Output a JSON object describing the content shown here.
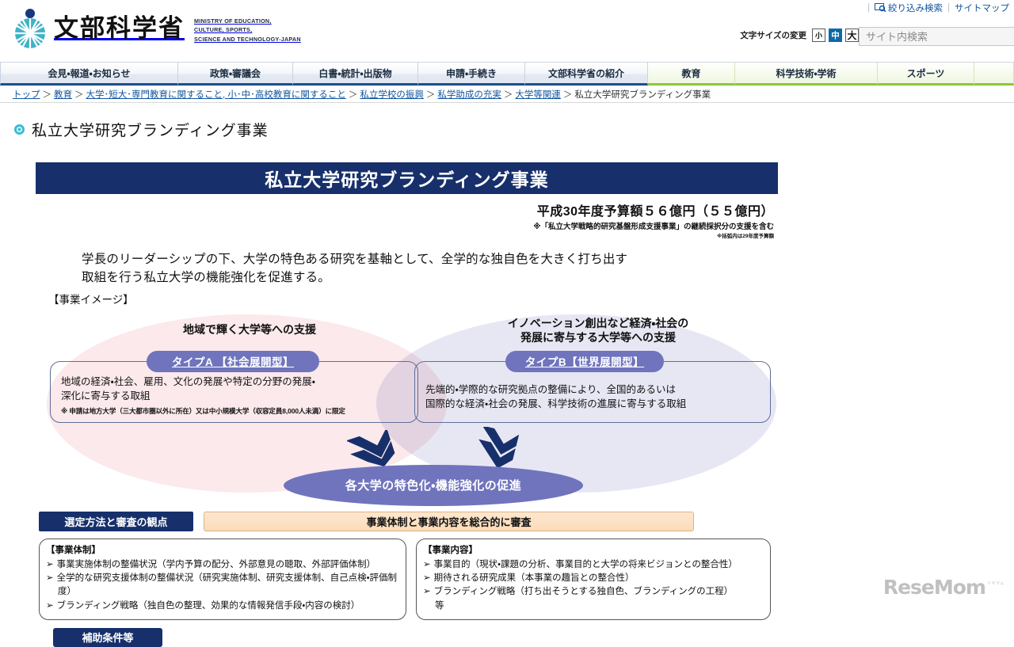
{
  "header": {
    "logo_text": "文部科学省",
    "logo_icon": "mext-wheel-logo",
    "logo_en_lines": [
      "MINISTRY OF EDUCATION,",
      "CULTURE, SPORTS,",
      "SCIENCE AND TECHNOLOGY-JAPAN"
    ],
    "utilities": [
      {
        "icon": "refine-search-icon",
        "label": "絞り込み検索"
      },
      {
        "icon": "",
        "label": "サイトマップ"
      }
    ],
    "fontsize": {
      "label": "文字サイズの変更",
      "options": [
        {
          "label": "小",
          "active": false
        },
        {
          "label": "中",
          "active": true
        },
        {
          "label": "大",
          "active": false
        }
      ]
    },
    "search": {
      "placeholder": "サイト内検索",
      "value": ""
    }
  },
  "gnav": {
    "blue_items": [
      "会見・報道・お知らせ",
      "政策・審議会",
      "白書・統計・出版物",
      "申請・手続き",
      "文部科学省の紹介"
    ],
    "green_items": [
      "教育",
      "科学技術・学術",
      "スポーツ"
    ],
    "accent_blue": "#1c4f8b",
    "accent_green": "#8cc63e"
  },
  "breadcrumb": {
    "items": [
      "トップ",
      "教育",
      "大学･短大･専門教育に関すること, 小･中･高校教育に関すること",
      "私立学校の振興",
      "私学助成の充実",
      "大学等関連"
    ],
    "current": "私立大学研究ブランディング事業",
    "separator": "＞"
  },
  "page": {
    "title": "私立大学研究ブランディング事業"
  },
  "poster": {
    "band_title": "私立大学研究ブランディング事業",
    "budget": "平成30年度予算額５６億円（５５億円）",
    "budget_note": "※「私立大学戦略的研究基盤形成支援事業」の継続採択分の支援を含む",
    "budget_note2": "※括弧内は29年度予算額",
    "lead_line1": "学長のリーダーシップの下、大学の特色ある研究を基軸として、全学的な独自色を大きく打ち出す",
    "lead_line2": "取組を行う私立大学の機能強化を促進する。",
    "section_label": "【事業イメージ】",
    "venn": {
      "head_a": "地域で輝く大学等への支援",
      "head_b_line1": "イノベーション創出など経済・社会の",
      "head_b_line2": "発展に寄与する大学等への支援",
      "type_a": {
        "pill": "タイプA 【社会展開型】",
        "line1": "地域の経済・社会、雇用、文化の発展や特定の分野の発展・",
        "line2": "深化に寄与する取組",
        "note": "※ 申請は地方大学（三大都市圏以外に所在）又は中小規模大学（収容定員8,000人未満）に限定"
      },
      "type_b": {
        "pill": "タイプB【世界展開型】",
        "line1": "先端的・学際的な研究拠点の整備により、全国的あるいは",
        "line2": "国際的な経済・社会の発展、科学技術の進展に寄与する取組"
      },
      "goal": "各大学の特色化・機能強化の促進",
      "color_ellipse_a": "#fbe9ec",
      "color_ellipse_b": "#e7e7f4",
      "color_pill": "#6f74bd",
      "color_arrow": "#17306b"
    },
    "criteria": {
      "tag": "選定方法と審査の観点",
      "banner": "事業体制と事業内容を総合的に審査",
      "left": {
        "title": "【事業体制】",
        "items": [
          "事業実施体制の整備状況（学内予算の配分、外部意見の聴取、外部評価体制）",
          "全学的な研究支援体制の整備状況（研究実施体制、研究支援体制、自己点検・評価制度）",
          "ブランディング戦略（独自色の整理、効果的な情報発信手段・内容の検討）"
        ],
        "marker": "➢"
      },
      "right": {
        "title": "【事業内容】",
        "items": [
          "事業目的（現状・課題の分析、事業目的と大学の将来ビジョンとの整合性）",
          "期待される研究成果（本事業の趣旨との整合性）",
          "ブランディング戦略（打ち出そうとする独自色、ブランディングの工程）"
        ],
        "trailing": "等",
        "marker": "➢"
      }
    },
    "subsidy_tag": "補助条件等"
  },
  "watermark": {
    "text": "ReseMom",
    "sub": "リセマム"
  }
}
